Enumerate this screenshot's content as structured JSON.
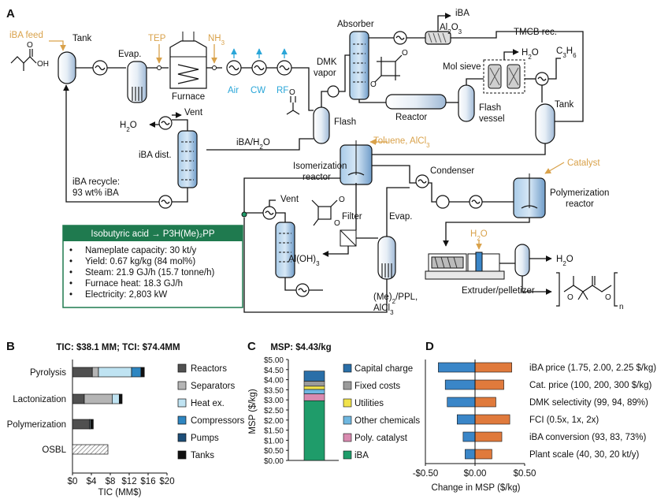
{
  "panel_a": {
    "letter": "A",
    "labels": {
      "iba_feed": "iBA feed",
      "tank": "Tank",
      "evap": "Evap.",
      "tep": "TEP",
      "nh3": "NH",
      "nh3_sub": "3",
      "furnace": "Furnace",
      "air": "Air",
      "cw": "CW",
      "rf": "RF",
      "absorber": "Absorber",
      "dmk_vapor_1": "DMK",
      "dmk_vapor_2": "vapor",
      "iba_top": "iBA",
      "al2o3": "Al",
      "al2o3_sub": "2",
      "al2o3_o": "O",
      "al2o3_sub2": "3",
      "tmcb_rec": "TMCB rec.",
      "h2o_top": "H",
      "c3h6": "C",
      "mol_sieve": "Mol sieve",
      "reactor": "Reactor",
      "flash": "Flash",
      "flash_vessel_1": "Flash",
      "flash_vessel_2": "vessel",
      "tank2": "Tank",
      "vent": "Vent",
      "h2o_left": "H",
      "iba_dist": "iBA dist.",
      "iba_h2o": "iBA/H",
      "iba_recycle_1": "iBA recycle:",
      "iba_recycle_2": "93 wt% iBA",
      "toluene": "Toluene, AlCl",
      "isomerization_1": "Isomerization",
      "isomerization_2": "reactor",
      "condenser": "Condenser",
      "catalyst": "Catalyst",
      "polymerization_1": "Polymerization",
      "polymerization_2": "reactor",
      "vent2": "Vent",
      "filter": "Filter",
      "evap2": "Evap.",
      "aloh3": "Al(OH)",
      "h2o_mid": "H",
      "h2o_right": "H",
      "extruder": "Extruder/pelletizer",
      "me2ppl_1": "(Me)",
      "me2ppl_1b": "/PPL,",
      "me2ppl_2": "AlCl",
      "n_sub": "n"
    },
    "summary": {
      "title": "Isobutyric acid → P3H(Me)₂PP",
      "items": [
        "Nameplate capacity: 30 kt/y",
        "Yield: 0.67 kg/kg (84 mol%)",
        "Steam: 21.9 GJ/h (15.7 tonne/h)",
        "Furnace heat: 18.3 GJ/h",
        "Electricity: 2,803 kW"
      ]
    }
  },
  "chart_data": [
    {
      "panel": "B",
      "type": "bar",
      "orientation": "horizontal",
      "stacked": true,
      "title": "TIC: $38.1 MM; TCI: $74.4MM",
      "xlabel": "TIC (MM$)",
      "ylabel": "",
      "xlim": [
        0,
        20
      ],
      "xticks": [
        "$0",
        "$4",
        "$8",
        "$12",
        "$16",
        "$20"
      ],
      "categories": [
        "Pyrolysis",
        "Lactonization",
        "Polymerization",
        "OSBL"
      ],
      "series": [
        {
          "name": "Reactors",
          "color": "#505050",
          "values": [
            4.2,
            2.5,
            3.6,
            0
          ]
        },
        {
          "name": "Separators",
          "color": "#b5b5b5",
          "values": [
            1.3,
            5.9,
            0,
            0
          ]
        },
        {
          "name": "Heat ex.",
          "color": "#bfe3f2",
          "values": [
            7.0,
            1.5,
            0.2,
            0
          ]
        },
        {
          "name": "Compressors",
          "color": "#2e86c1",
          "values": [
            2.0,
            0,
            0,
            0
          ]
        },
        {
          "name": "Pumps",
          "color": "#1d4e78",
          "values": [
            0,
            0,
            0,
            0
          ]
        },
        {
          "name": "Tanks",
          "color": "#111111",
          "values": [
            0.7,
            0.6,
            0.6,
            0
          ]
        },
        {
          "name": "OSBL",
          "color": "hatch",
          "values": [
            0,
            0,
            0,
            7.5
          ]
        }
      ]
    },
    {
      "panel": "C",
      "type": "bar",
      "stacked": true,
      "title": "MSP: $4.43/kg",
      "ylabel": "MSP ($/kg)",
      "ylim": [
        0,
        5
      ],
      "yticks": [
        "$0.00",
        "$0.50",
        "$1.00",
        "$1.50",
        "$2.00",
        "$2.50",
        "$3.00",
        "$3.50",
        "$4.00",
        "$4.50",
        "$5.00"
      ],
      "series": [
        {
          "name": "iBA",
          "color": "#1f9c6a",
          "value": 2.96
        },
        {
          "name": "Poly. catalyst",
          "color": "#d98bb0",
          "value": 0.34
        },
        {
          "name": "Other chemicals",
          "color": "#6fb7e0",
          "value": 0.22
        },
        {
          "name": "Utilities",
          "color": "#f1e34b",
          "value": 0.16
        },
        {
          "name": "Fixed costs",
          "color": "#9b9b9b",
          "value": 0.25
        },
        {
          "name": "Capital charge",
          "color": "#2a6fa8",
          "value": 0.5
        }
      ]
    },
    {
      "panel": "D",
      "type": "bar",
      "orientation": "horizontal",
      "subtype": "tornado",
      "xlabel": "Change in MSP ($/kg)",
      "xlim": [
        -0.5,
        0.5
      ],
      "xticks": [
        "-$0.50",
        "$0.00",
        "$0.50"
      ],
      "colors": {
        "low": "#3a86c8",
        "high": "#e07a3c"
      },
      "categories": [
        "iBA price (1.75, 2.00, 2.25 $/kg)",
        "Cat. price (100, 200, 300 $/kg)",
        "DMK selectivity (99, 94, 89%)",
        "FCI (0.5x, 1x, 2x)",
        "iBA conversion (93, 83, 73%)",
        "Plant scale (40, 30, 20 kt/y)"
      ],
      "low": [
        -0.37,
        -0.3,
        -0.28,
        -0.18,
        -0.12,
        -0.1
      ],
      "high": [
        0.37,
        0.29,
        0.21,
        0.35,
        0.27,
        0.17
      ]
    }
  ]
}
